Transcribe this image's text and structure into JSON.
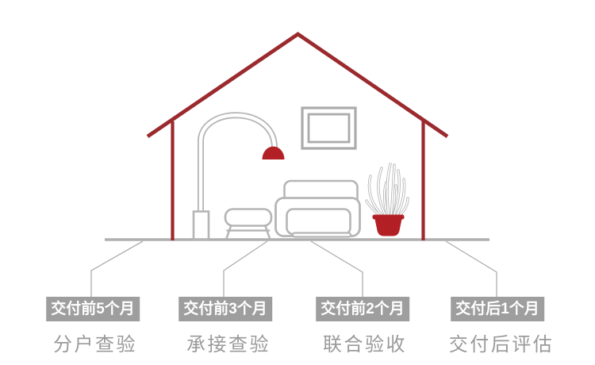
{
  "colors": {
    "roof_red": "#9B2A2E",
    "accent_red_fill": "#B22025",
    "furniture_line_gray": "#B5B5B5",
    "floor_gray": "#AFAFAF",
    "connector_gray": "#ADADAD",
    "badge_bg": "#9E9E9E",
    "badge_text": "#FFFFFF",
    "label_text": "#9A9A9A"
  },
  "illustration": {
    "icons": [
      "house-icon",
      "floor-lamp-icon",
      "picture-frame-icon",
      "stool-icon",
      "sofa-icon",
      "potted-plant-icon"
    ]
  },
  "timeline": {
    "milestones": [
      {
        "badge": "交付前5个月",
        "label": "分户查验"
      },
      {
        "badge": "交付前3个月",
        "label": "承接查验"
      },
      {
        "badge": "交付前2个月",
        "label": "联合验收"
      },
      {
        "badge": "交付后1个月",
        "label": "交付后评估"
      }
    ]
  }
}
